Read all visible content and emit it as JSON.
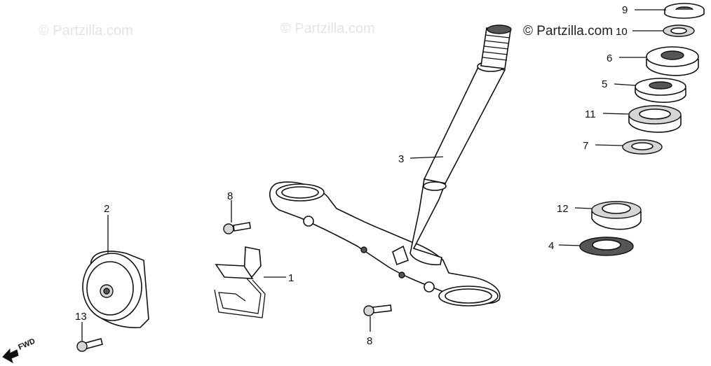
{
  "watermarks": {
    "faint_left": "© Partzilla.com",
    "faint_center": "© Partzilla.com",
    "main": "© Partzilla.com"
  },
  "direction_label": "FWD",
  "callouts": [
    {
      "id": "label-1",
      "text": "1"
    },
    {
      "id": "label-2",
      "text": "2"
    },
    {
      "id": "label-3",
      "text": "3"
    },
    {
      "id": "label-4",
      "text": "4"
    },
    {
      "id": "label-5",
      "text": "5"
    },
    {
      "id": "label-6",
      "text": "6"
    },
    {
      "id": "label-7",
      "text": "7"
    },
    {
      "id": "label-8a",
      "text": "8"
    },
    {
      "id": "label-8b",
      "text": "8"
    },
    {
      "id": "label-9",
      "text": "9"
    },
    {
      "id": "label-10",
      "text": "10"
    },
    {
      "id": "label-11",
      "text": "11"
    },
    {
      "id": "label-12",
      "text": "12"
    },
    {
      "id": "label-13",
      "text": "13"
    }
  ]
}
